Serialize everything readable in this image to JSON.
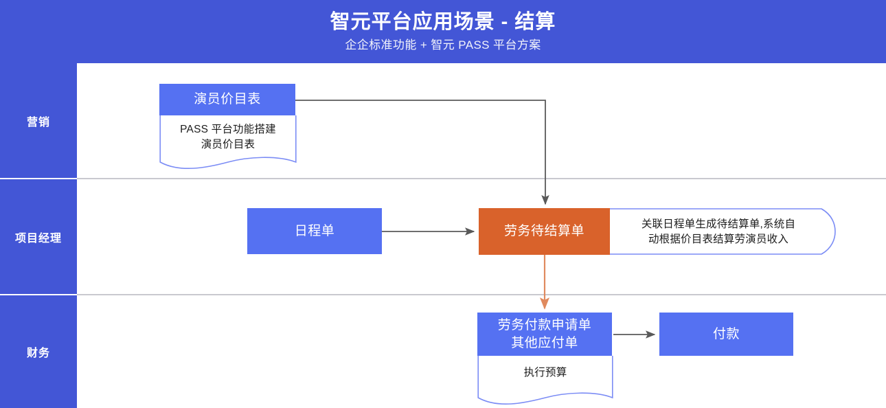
{
  "header": {
    "title": "智元平台应用场景 - 结算",
    "subtitle": "企企标准功能 + 智元 PASS 平台方案"
  },
  "colors": {
    "banner_blue": "#4356d6",
    "node_blue": "#5571f2",
    "node_orange": "#d9622b",
    "note_border": "#7b8cf5",
    "lane_divider": "#c9c9cf",
    "arrow_gray": "#595959",
    "arrow_orange": "#e08a5e"
  },
  "lanes": [
    {
      "id": "marketing",
      "label": "营销"
    },
    {
      "id": "project-manager",
      "label": "项目经理"
    },
    {
      "id": "finance",
      "label": "财务"
    }
  ],
  "nodes": {
    "actor_price_list": {
      "title": "演员价目表",
      "note": "PASS 平台功能搭建\n演员价目表"
    },
    "schedule_order": {
      "title": "日程单"
    },
    "labor_pending_settlement": {
      "title": "劳务待结算单"
    },
    "settlement_annotation": {
      "note": "关联日程单生成待结算单,系统自\n动根据价目表结算劳演员收入"
    },
    "labor_payment_request": {
      "title": "劳务付款申请单\n其他应付单",
      "note": "执行预算"
    },
    "payment": {
      "title": "付款"
    }
  },
  "connectors": [
    {
      "id": "price-list-to-pending",
      "from": "actor_price_list",
      "to": "labor_pending_settlement",
      "style": "elbow",
      "color": "gray"
    },
    {
      "id": "schedule-to-pending",
      "from": "schedule_order",
      "to": "labor_pending_settlement",
      "style": "straight",
      "color": "gray"
    },
    {
      "id": "pending-to-payment-request",
      "from": "labor_pending_settlement",
      "to": "labor_payment_request",
      "style": "straight",
      "color": "orange"
    },
    {
      "id": "payment-request-to-payment",
      "from": "labor_payment_request",
      "to": "payment",
      "style": "straight",
      "color": "gray"
    }
  ]
}
